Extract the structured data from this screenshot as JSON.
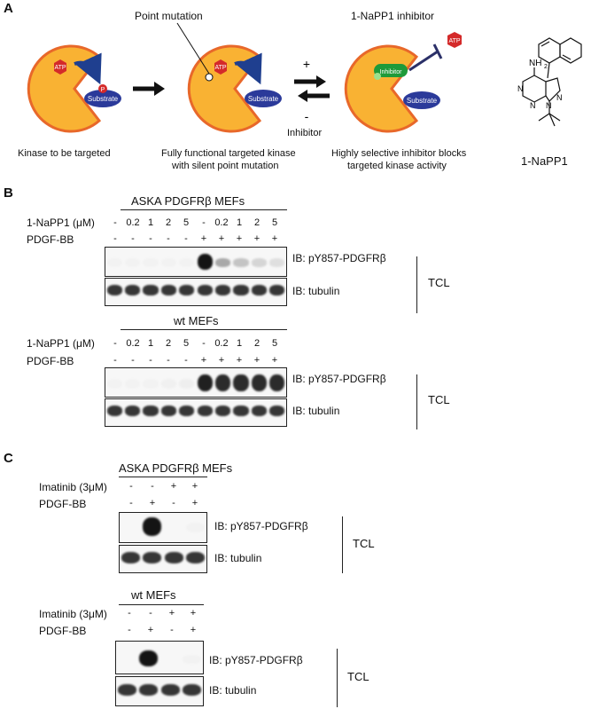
{
  "panelA": {
    "label": "A",
    "pointMutation": "Point mutation",
    "inhibitorTitle": "1-NaPP1 inhibitor",
    "atp": "ATP",
    "substrate": "Substrate",
    "phospho": "P",
    "inhibitorPill": "Inhibitor",
    "plus": "+",
    "minus": "-",
    "inhibitorLabel": "Inhibitor",
    "caption1": "Kinase to be targeted",
    "caption2a": "Fully functional targeted kinase",
    "caption2b": "with silent point  mutation",
    "caption3a": "Highly selective inhibitor blocks",
    "caption3b": "targeted kinase activity",
    "nh2": "NH",
    "nh2sub": "2",
    "n": "N",
    "compound": "1-NaPP1"
  },
  "panelB": {
    "label": "B",
    "blocks": [
      {
        "title": "ASKA PDGFRβ MEFs",
        "doseLabel": "1-NaPP1 (μM)",
        "doses": [
          "-",
          "0.2",
          "1",
          "2",
          "5",
          "-",
          "0.2",
          "1",
          "2",
          "5"
        ],
        "pdgfLabel": "PDGF-BB",
        "pdgf": [
          "-",
          "-",
          "-",
          "-",
          "-",
          "+",
          "+",
          "+",
          "+",
          "+"
        ],
        "ib1": "IB: pY857-PDGFRβ",
        "ib2": "IB: tubulin",
        "tcl": "TCL"
      },
      {
        "title": "wt MEFs",
        "doseLabel": "1-NaPP1 (μM)",
        "doses": [
          "-",
          "0.2",
          "1",
          "2",
          "5",
          "-",
          "0.2",
          "1",
          "2",
          "5"
        ],
        "pdgfLabel": "PDGF-BB",
        "pdgf": [
          "-",
          "-",
          "-",
          "-",
          "-",
          "+",
          "+",
          "+",
          "+",
          "+"
        ],
        "ib1": "IB: pY857-PDGFRβ",
        "ib2": "IB: tubulin",
        "tcl": "TCL"
      }
    ]
  },
  "panelC": {
    "label": "C",
    "blocks": [
      {
        "title": "ASKA PDGFRβ MEFs",
        "imatLabel": "Imatinib (3μM)",
        "imat": [
          "-",
          "-",
          "+",
          "+"
        ],
        "pdgfLabel": "PDGF-BB",
        "pdgf": [
          "-",
          "+",
          "-",
          "+"
        ],
        "ib1": "IB: pY857-PDGFRβ",
        "ib2": "IB: tubulin",
        "tcl": "TCL"
      },
      {
        "title": "wt MEFs",
        "imatLabel": "Imatinib (3μM)",
        "imat": [
          "-",
          "-",
          "+",
          "+"
        ],
        "pdgfLabel": "PDGF-BB",
        "pdgf": [
          "-",
          "+",
          "-",
          "+"
        ],
        "ib1": "IB: pY857-PDGFRβ",
        "ib2": "IB: tubulin",
        "tcl": "TCL"
      }
    ]
  },
  "colors": {
    "kinaseFill": "#f9b233",
    "kinaseStroke": "#e8682a",
    "atp": "#d42a2a",
    "substrate": "#2b3a9a",
    "arrowBlue": "#1f3f8f",
    "inhibitor": "#1f9a3a",
    "blot": "#222222"
  },
  "bands": {
    "B_aska_p": [
      0.02,
      0.02,
      0.02,
      0.02,
      0.02,
      1.0,
      0.35,
      0.22,
      0.15,
      0.1
    ],
    "B_wt_p": [
      0.02,
      0.02,
      0.02,
      0.03,
      0.04,
      0.95,
      0.9,
      0.9,
      0.9,
      0.9
    ],
    "C_aska_p": [
      0.0,
      1.0,
      0.0,
      0.02
    ],
    "C_wt_p": [
      0.0,
      1.0,
      0.0,
      0.02
    ],
    "tubulin": 0.85
  }
}
